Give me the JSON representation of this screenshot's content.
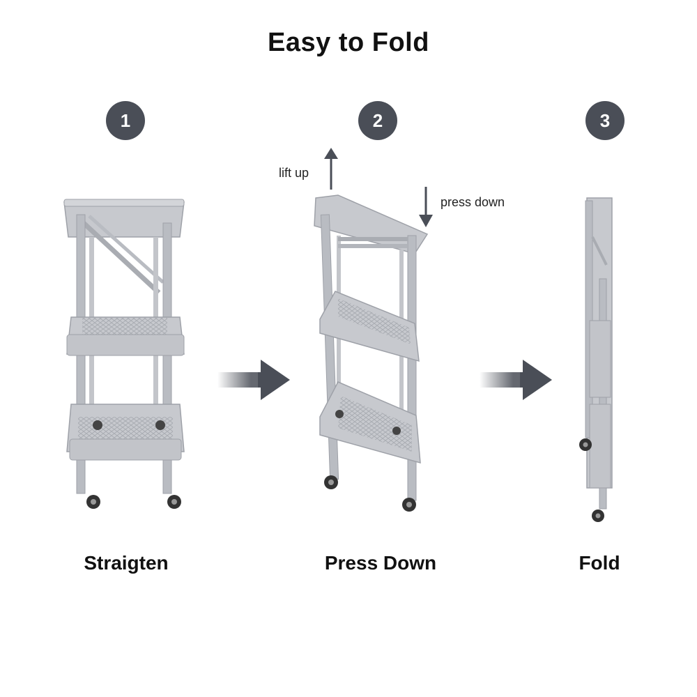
{
  "title": "Easy to Fold",
  "steps": [
    {
      "number": "1",
      "label": "Straigten"
    },
    {
      "number": "2",
      "label": "Press Down"
    },
    {
      "number": "3",
      "label": "Fold"
    }
  ],
  "annotations": {
    "lift_up": "lift up",
    "press_down": "press down"
  },
  "colors": {
    "badge": "#4a4e57",
    "arrow": "#4a4e57",
    "cart_frame": "#b9bcc2",
    "cart_basket": "#c7c9ce",
    "cart_shadow": "#9ea1a8"
  },
  "icons": [
    "right-arrow-icon",
    "up-arrow-icon",
    "down-arrow-icon"
  ]
}
